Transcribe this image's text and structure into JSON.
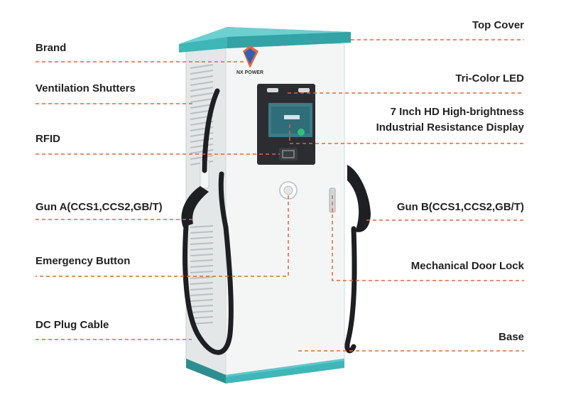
{
  "brand_logo_text": "NX POWER",
  "colors": {
    "leader_line": "#e8623a",
    "teal_accent": "#3fb6b8",
    "body_white": "#f4f6f6",
    "screen_dark": "#2b2d31",
    "cable_black": "#1e1f22",
    "label_text": "#222222"
  },
  "labels": {
    "top_cover": "Top Cover",
    "brand": "Brand",
    "tri_color_led": "Tri-Color LED",
    "ventilation_shutters": "Ventilation Shutters",
    "display_line1": "7 Inch HD High-brightness",
    "display_line2": "Industrial Resistance Display",
    "rfid": "RFID",
    "gun_a": "Gun A(CCS1,CCS2,GB/T)",
    "gun_b": "Gun B(CCS1,CCS2,GB/T)",
    "emergency_button": "Emergency Button",
    "mechanical_door_lock": "Mechanical Door Lock",
    "dc_plug_cable": "DC Plug Cable",
    "base": "Base"
  }
}
